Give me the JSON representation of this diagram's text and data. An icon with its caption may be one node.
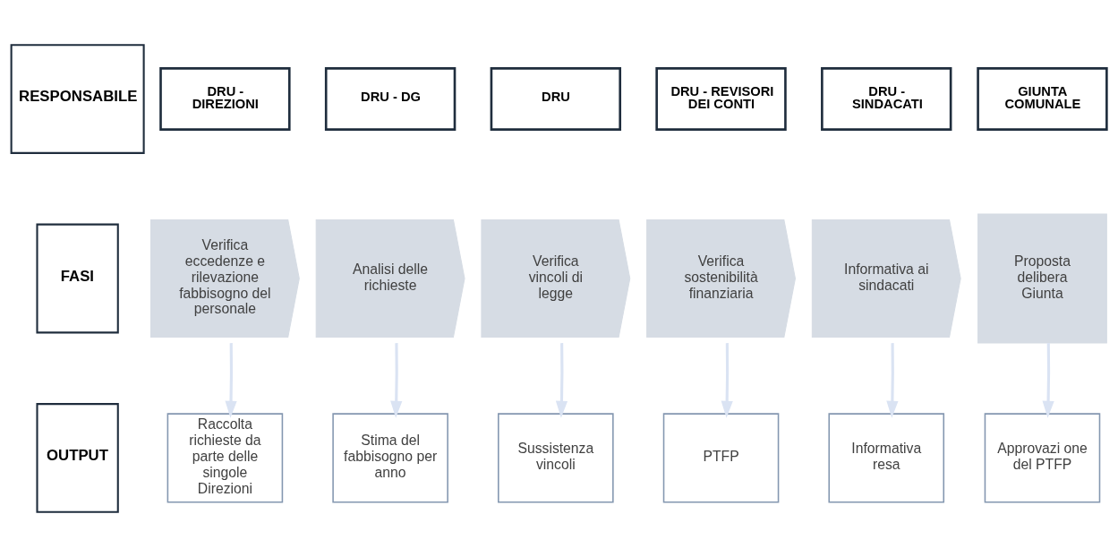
{
  "diagram": {
    "nodes": [
      {
        "text": [
          "RESPONSABILE"
        ]
      },
      {
        "text": [
          "FASI"
        ]
      },
      {
        "text": [
          "OUTPUT"
        ]
      },
      {
        "text": [
          "DRU - DIREZIONI"
        ]
      },
      {
        "text": [
          "DRU - DG"
        ]
      },
      {
        "text": [
          "DRU"
        ]
      },
      {
        "text": [
          "DRU - REVISORI DEI CONTI"
        ]
      },
      {
        "text": [
          "DRU - SINDACATI"
        ]
      },
      {
        "text": [
          "GIUNTA COMUNALE"
        ]
      },
      {
        "text": [
          "Verifica eccedenze e rilevazione fabbisogno del personale"
        ]
      },
      {
        "text": [
          "Analisi delle richieste"
        ]
      },
      {
        "text": [
          "Verifica vincoli di legge"
        ]
      },
      {
        "text": [
          "Verifica sostenibilità finanziaria"
        ]
      },
      {
        "text": [
          "Informativa ai sindacati"
        ]
      },
      {
        "text": [
          "Proposta delibera Giunta"
        ]
      },
      {
        "text": [
          "Raccolta richieste da parte delle singole Direzioni"
        ]
      },
      {
        "text": [
          "Stima del fabbisogno per anno"
        ]
      },
      {
        "text": [
          "Sussistenza vincoli"
        ]
      },
      {
        "text": [
          "PTFP"
        ]
      },
      {
        "text": [
          "Informativa resa"
        ]
      },
      {
        "text": [
          "Approvazi one del PTFP"
        ]
      }
    ],
    "edges": [
      {
        "from": 9,
        "to": 15,
        "arrow": "to"
      },
      {
        "from": 10,
        "to": 16,
        "arrow": "to"
      },
      {
        "from": 11,
        "to": 17,
        "arrow": "to"
      },
      {
        "from": 12,
        "to": 18,
        "arrow": "to"
      },
      {
        "from": 13,
        "to": 19,
        "arrow": "to"
      },
      {
        "from": 14,
        "to": 20,
        "arrow": "to"
      }
    ]
  }
}
